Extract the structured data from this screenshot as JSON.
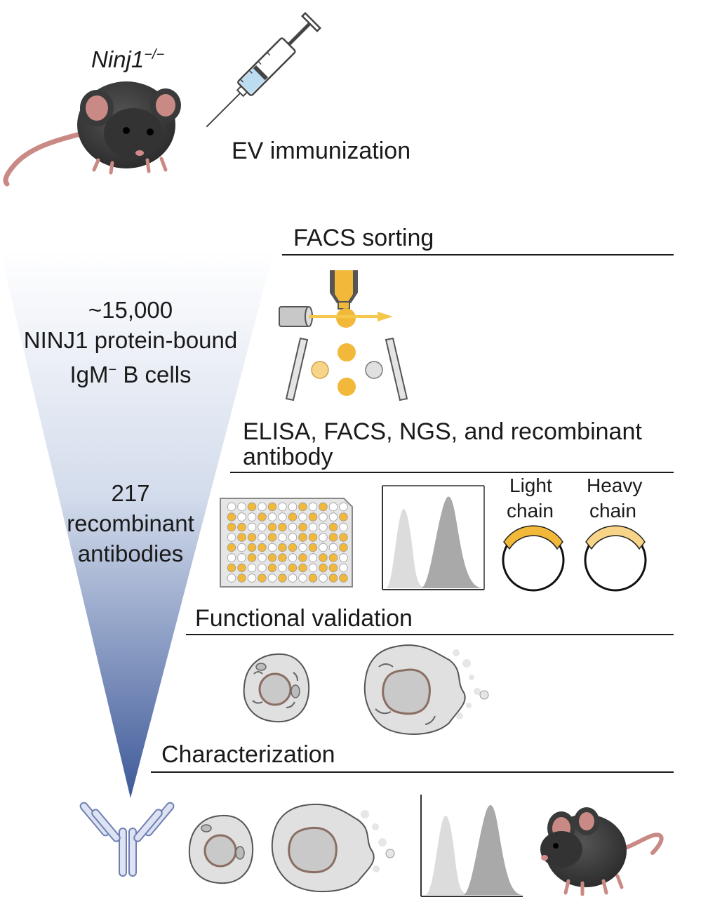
{
  "genotype": {
    "gene": "Ninj1",
    "superscript": "−/−"
  },
  "immunization_label": "EV immunization",
  "steps": {
    "facs": "FACS sorting",
    "elisa_line1": "ELISA, FACS, NGS, and recombinant",
    "elisa_line2": "antibody",
    "functional": "Functional validation",
    "characterization": "Characterization"
  },
  "funnel": {
    "count1": "~15,000",
    "desc1a": "NINJ1 protein-bound",
    "desc1b_pre": "IgM",
    "desc1b_sup": "−",
    "desc1b_post": " B cells",
    "count2": "217",
    "desc2a": "recombinant",
    "desc2b": "antibodies"
  },
  "plasmids": {
    "light_line1": "Light",
    "light_line2": "chain",
    "heavy_line1": "Heavy",
    "heavy_line2": "chain"
  },
  "colors": {
    "gold": "#f2b83a",
    "light_gold": "#f8d488",
    "funnel_top": "#ffffff",
    "funnel_bottom": "#3f5a99",
    "mouse": "#3a3a3a",
    "ear": "#c98a85"
  },
  "icons": [
    "mouse-icon",
    "syringe-icon",
    "facs-sorter-icon",
    "elisa-plate-icon",
    "histogram-icon",
    "plasmid-icon",
    "healthy-cell-icon",
    "ruptured-cell-icon",
    "antibody-icon"
  ]
}
